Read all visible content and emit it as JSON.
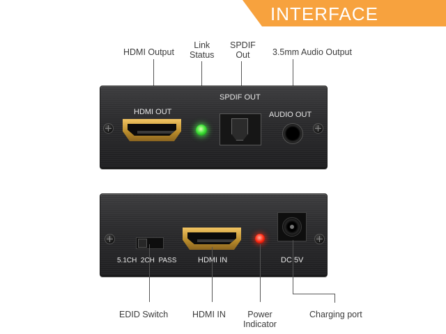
{
  "banner": {
    "title": "INTERFACE",
    "color": "#f7a23e"
  },
  "top_panel": {
    "callouts": {
      "hdmi_output": "HDMI Output",
      "link_status": "Link\nStatus",
      "spdif_out": "SPDIF\nOut",
      "audio_output": "3.5mm Audio Output"
    },
    "labels": {
      "hdmi_out": "HDMI OUT",
      "spdif_out": "SPDIF OUT",
      "audio_out": "AUDIO OUT"
    },
    "led_color": "#43e43a"
  },
  "bottom_panel": {
    "callouts": {
      "edid_switch": "EDID Switch",
      "hdmi_in": "HDMI IN",
      "power_indicator": "Power\nIndicator",
      "charging_port": "Charging port"
    },
    "labels": {
      "switch_positions": "5.1CH  2CH  PASS",
      "hdmi_in": "HDMI IN",
      "dc": "DC 5V"
    },
    "led_color": "#ff2a12"
  }
}
